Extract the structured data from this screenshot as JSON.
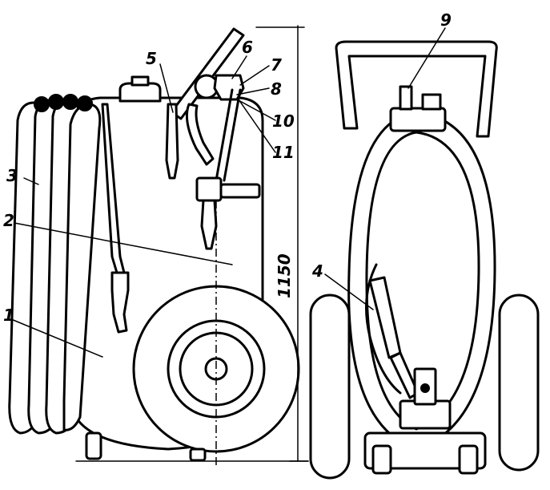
{
  "callouts": {
    "c1": "1",
    "c2": "2",
    "c3": "3",
    "c4": "4",
    "c5": "5",
    "c6": "6",
    "c7": "7",
    "c8": "8",
    "c9": "9",
    "c10": "10",
    "c11": "11"
  },
  "dimension": "1150"
}
